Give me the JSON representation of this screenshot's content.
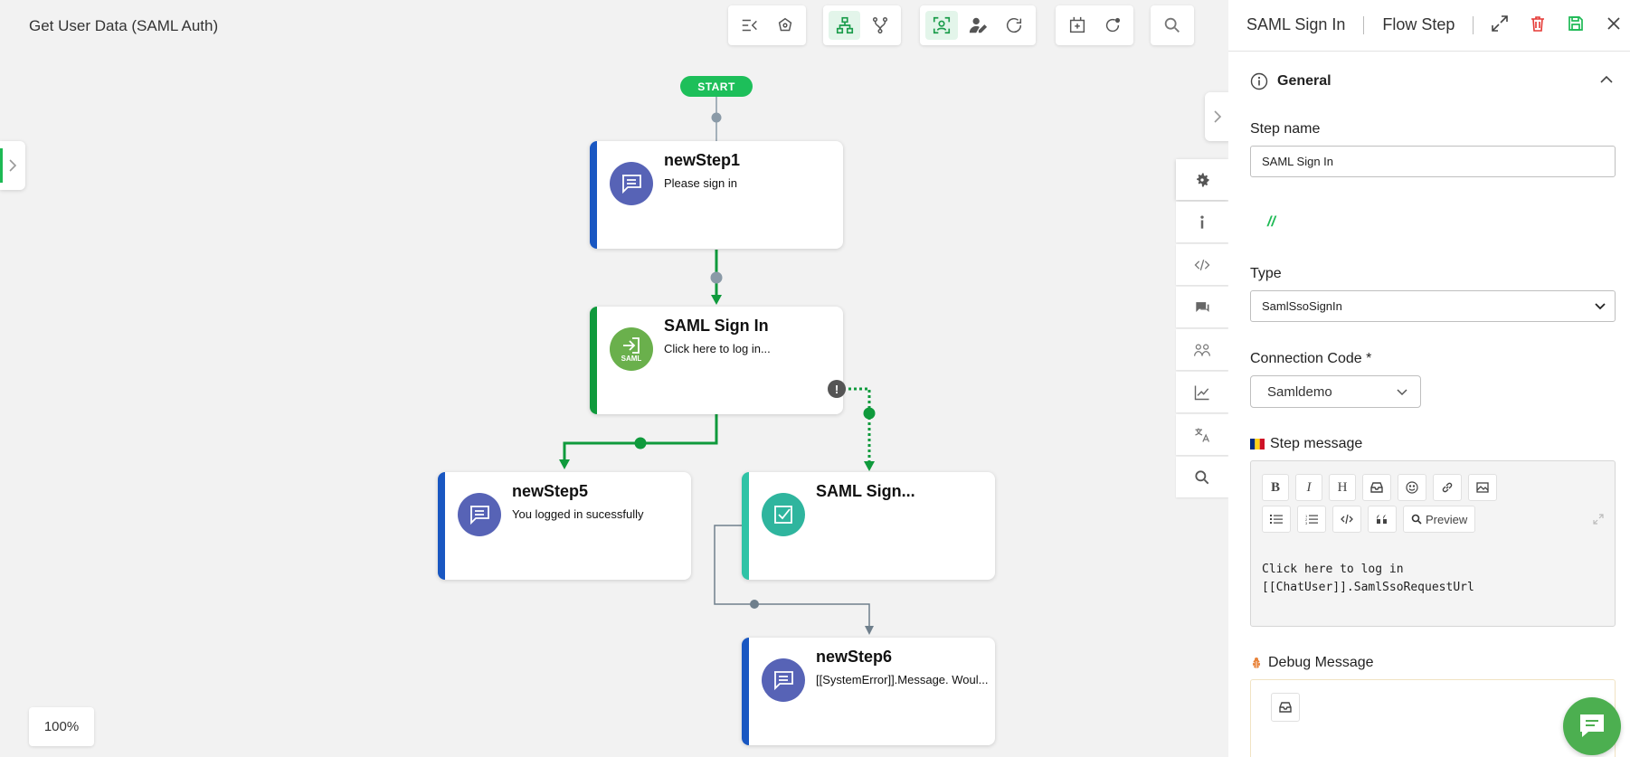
{
  "flow": {
    "title": "Get User Data (SAML Auth)"
  },
  "toolbar": {
    "groups": [
      [
        "list-collapse-icon",
        "brain-icon"
      ],
      [
        "tree-layout-icon",
        "branch-icon"
      ],
      [
        "focus-icon",
        "user-edit-icon",
        "refresh-icon"
      ],
      [
        "add-node-icon",
        "loop-icon"
      ],
      [
        "search-icon"
      ]
    ]
  },
  "canvas": {
    "start_label": "START",
    "zoom": "100%",
    "nodes": [
      {
        "id": "newStep1",
        "title": "newStep1",
        "text": "Please sign in",
        "icon": "chat-icon",
        "icon_color": "#5763b6",
        "accent": "blue"
      },
      {
        "id": "saml",
        "title": "SAML Sign In",
        "text": "Click here to log in...",
        "icon": "saml-login-icon",
        "icon_label": "SAML",
        "icon_color": "#6ab04c",
        "accent": "green"
      },
      {
        "id": "newStep5",
        "title": "newStep5",
        "text": "You logged in sucessfully",
        "icon": "chat-icon",
        "icon_color": "#5763b6",
        "accent": "blue"
      },
      {
        "id": "samlcheck",
        "title": "SAML Sign...",
        "text": "",
        "icon": "check-box-icon",
        "icon_color": "#2fb59e",
        "accent": "teal"
      },
      {
        "id": "newStep6",
        "title": "newStep6",
        "text": "[[SystemError]].Message. Woul...",
        "icon": "chat-icon",
        "icon_color": "#5763b6",
        "accent": "blue"
      }
    ],
    "error_badge": "!"
  },
  "side_strip": [
    "settings-icon",
    "info-icon",
    "code-icon",
    "comments-icon",
    "people-icon",
    "chart-icon",
    "translate-icon",
    "search-icon"
  ],
  "panel": {
    "tab_step": "SAML Sign In",
    "tab_flow": "Flow Step",
    "section": "General",
    "step_name_label": "Step name",
    "step_name_value": "SAML Sign In",
    "code_toggle": "//",
    "type_label": "Type",
    "type_value": "SamlSsoSignIn",
    "connection_label": "Connection Code *",
    "connection_value": "Samldemo",
    "message_label": "Step message",
    "preview_label": "Preview",
    "message_lines": [
      "Click here to log in",
      "[[ChatUser]].SamlSsoRequestUrl"
    ],
    "debug_label": "Debug Message"
  },
  "colors": {
    "accent_green": "#1db954",
    "error_red": "#e53935",
    "save_green": "#1db954"
  }
}
